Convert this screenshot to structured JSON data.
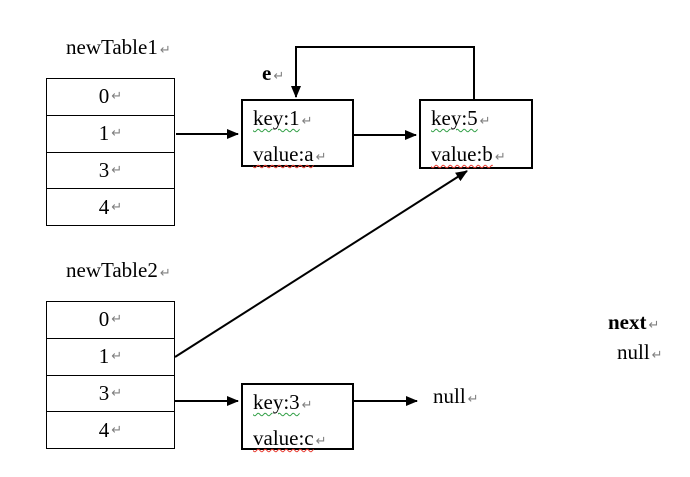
{
  "tables": {
    "table1": {
      "title": "newTable1",
      "rows": [
        "0",
        "1",
        "3",
        "4"
      ]
    },
    "table2": {
      "title": "newTable2",
      "rows": [
        "0",
        "1",
        "3",
        "4"
      ]
    }
  },
  "nodes": {
    "key1": {
      "key": "key:1",
      "value": "value:a"
    },
    "key5": {
      "key": "key:5",
      "value": "value:b"
    },
    "key3": {
      "key": "key:3",
      "value": "value:c"
    }
  },
  "pointers": {
    "e": "e",
    "next": "next",
    "next_value": "null"
  },
  "null_label": "null",
  "paragraph_mark": "↵",
  "colors": {
    "background": "#ffffff",
    "text": "#000000",
    "line": "#000000",
    "key_underline": "#2f9e44",
    "value_underline": "#e8392e",
    "paragraph_mark": "#808080"
  }
}
